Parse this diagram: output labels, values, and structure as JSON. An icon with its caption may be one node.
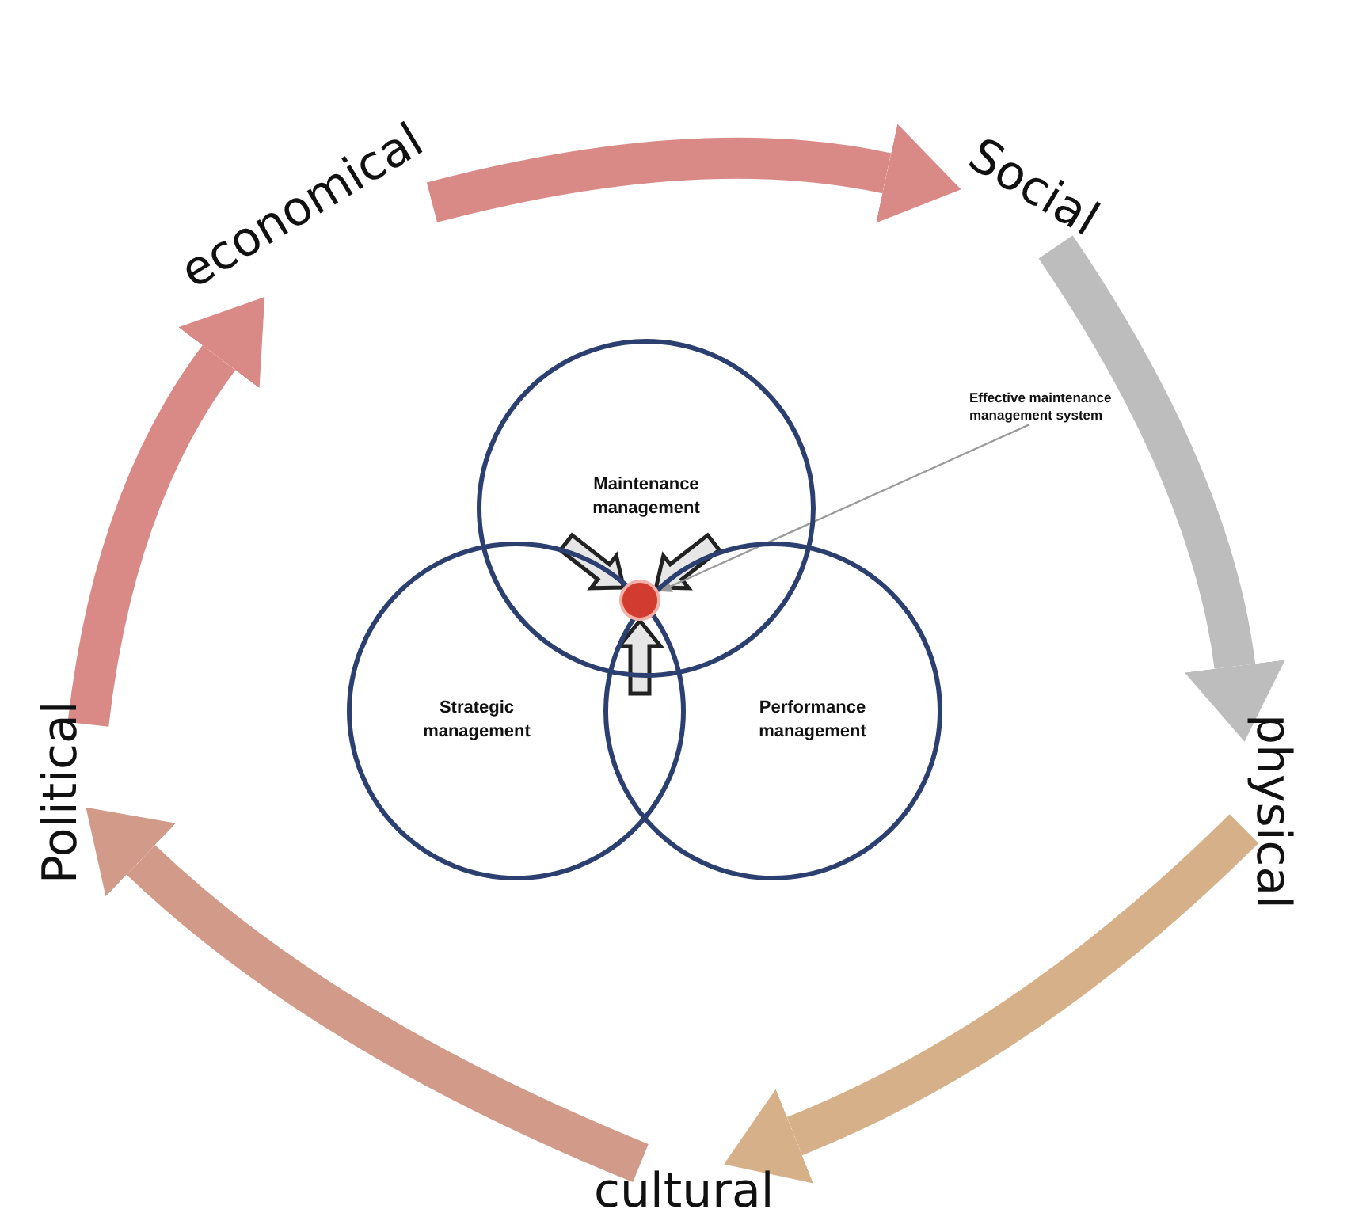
{
  "diagram": {
    "nodes": [
      {
        "text": [
          "economical"
        ]
      },
      {
        "text": [
          "Social"
        ]
      },
      {
        "text": [
          "physical"
        ]
      },
      {
        "text": [
          "cultural"
        ]
      },
      {
        "text": [
          "Political"
        ]
      },
      {
        "text": [
          "Maintenance management"
        ]
      },
      {
        "text": [
          "Strategic management"
        ]
      },
      {
        "text": [
          "Performance management"
        ]
      },
      {
        "text": [],
        "shape": "circle"
      },
      {
        "text": [
          "Effective maintenance management system"
        ]
      }
    ],
    "edges": [
      {
        "from": 0,
        "to": 1,
        "arrow": "to",
        "color": "#d98a87"
      },
      {
        "from": 1,
        "to": 2,
        "arrow": "to",
        "color": "#bdbdbd"
      },
      {
        "from": 2,
        "to": 3,
        "arrow": "to",
        "color": "#d6b088"
      },
      {
        "from": 3,
        "to": 4,
        "arrow": "to",
        "color": "#d29a88"
      },
      {
        "from": 4,
        "to": 0,
        "arrow": "to",
        "color": "#d98a87"
      },
      {
        "from": null,
        "to": 8,
        "arrow": "to"
      },
      {
        "from": null,
        "to": 8,
        "arrow": "to"
      },
      {
        "from": null,
        "to": 8,
        "arrow": "to"
      },
      {
        "from": 9,
        "to": 8,
        "arrow": "to",
        "color": "#9a9a9a"
      }
    ]
  }
}
